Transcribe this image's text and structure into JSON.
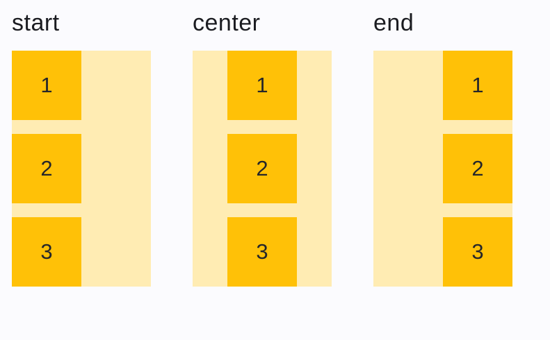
{
  "colors": {
    "page-bg": "#FBFBFE",
    "container-bg": "#FFECB3",
    "item-bg": "#FFC107",
    "label-text": "#1B1C21",
    "item-text": "#25262A"
  },
  "demos": [
    {
      "label": "start",
      "alignment": "start",
      "items": [
        "1",
        "2",
        "3"
      ]
    },
    {
      "label": "center",
      "alignment": "center",
      "items": [
        "1",
        "2",
        "3"
      ]
    },
    {
      "label": "end",
      "alignment": "end",
      "items": [
        "1",
        "2",
        "3"
      ]
    }
  ]
}
